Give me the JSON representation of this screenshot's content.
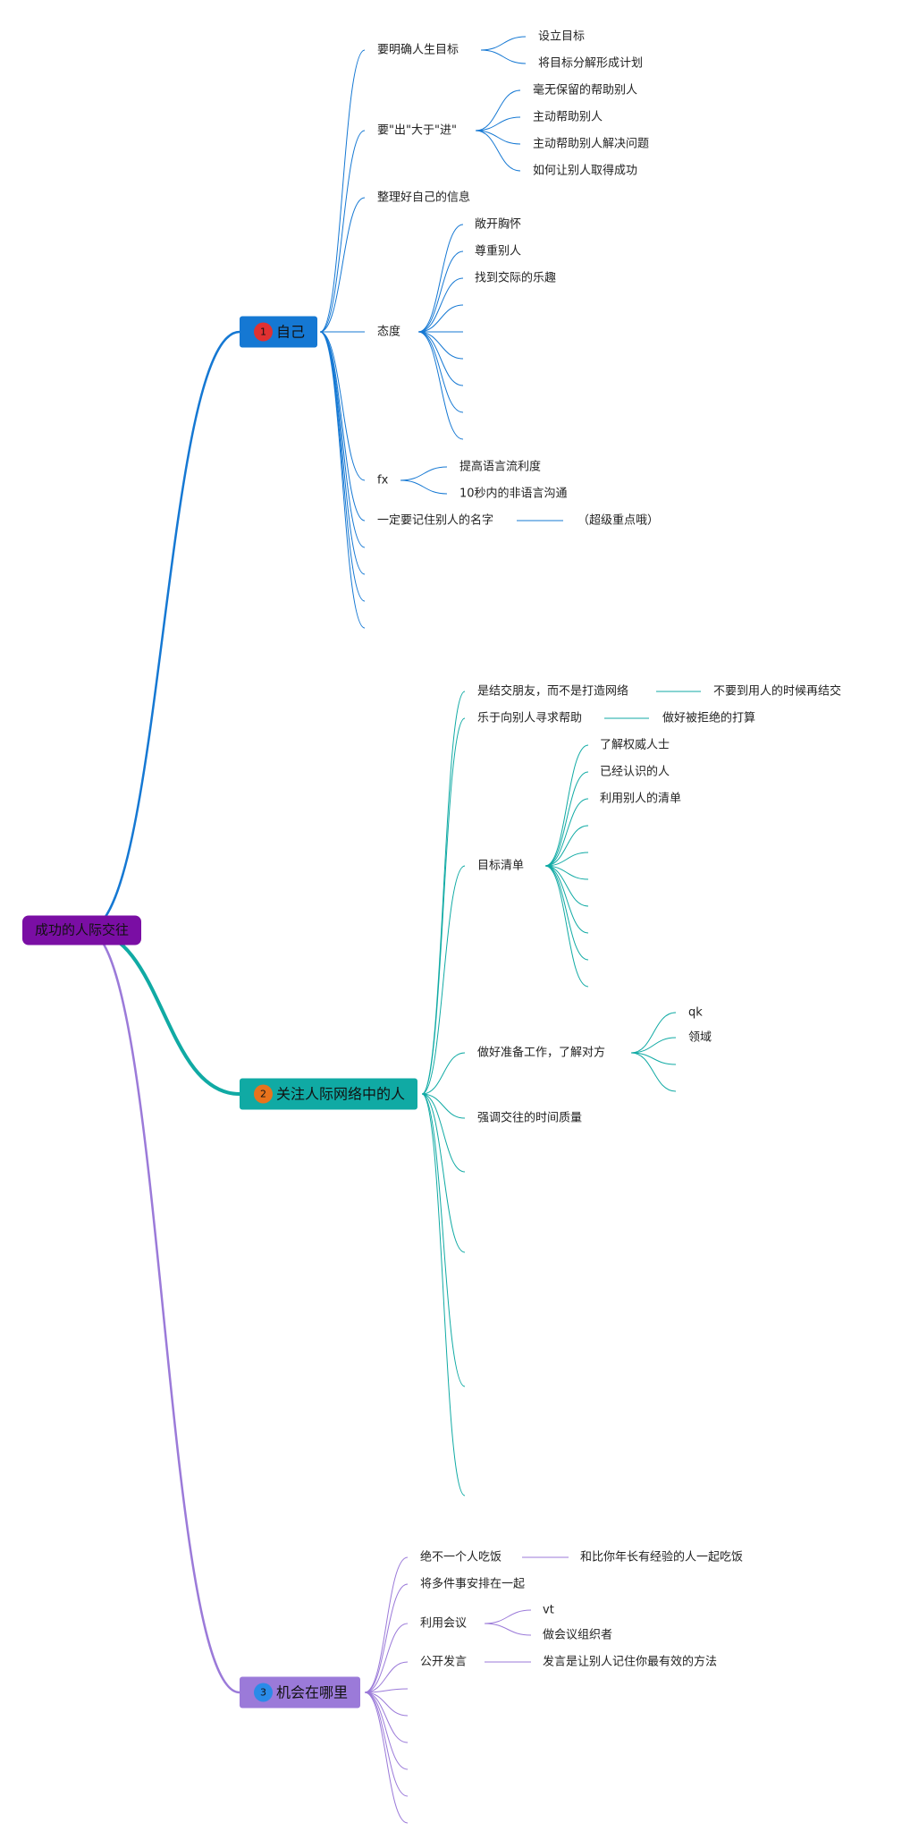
{
  "colors": {
    "root": "#7a0ea4",
    "blue": "#1578d3",
    "teal": "#10aaa4",
    "purple": "#9b7ad9"
  },
  "root": {
    "label": "成功的人际交往"
  },
  "branches": [
    {
      "label": "自己",
      "badge": "1",
      "badge_color": "#e03131",
      "color": "#1578d3",
      "children": [
        {
          "label": "要明确人生目标",
          "children": [
            {
              "label": "设立目标"
            },
            {
              "label": "将目标分解形成计划"
            }
          ]
        },
        {
          "label": "要\"出\"大于\"进\"",
          "children": [
            {
              "label": "毫无保留的帮助别人"
            },
            {
              "label": "主动帮助别人"
            },
            {
              "label": "主动帮助别人解决问题"
            },
            {
              "label": "如何让别人取得成功"
            }
          ]
        },
        {
          "label": "整理好自己的信息"
        },
        {
          "label": "态度",
          "children": [
            {
              "label": "敞开胸怀"
            },
            {
              "label": "尊重别人"
            },
            {
              "label": "找到交际的乐趣"
            },
            {
              "label": ""
            },
            {
              "label": ""
            },
            {
              "label": ""
            },
            {
              "label": ""
            },
            {
              "label": ""
            }
          ]
        },
        {
          "label": "fx",
          "children": [
            {
              "label": "提高语言流利度"
            },
            {
              "label": "10秒内的非语言沟通"
            }
          ]
        },
        {
          "label": "一定要记住别人的名字",
          "children": [
            {
              "label": "（超级重点哦）"
            }
          ]
        },
        {
          "label": ""
        },
        {
          "label": ""
        },
        {
          "label": ""
        },
        {
          "label": ""
        }
      ]
    },
    {
      "label": "关注人际网络中的人",
      "badge": "2",
      "badge_color": "#e8731c",
      "color": "#10aaa4",
      "children": [
        {
          "label": "是结交朋友，而不是打造网络",
          "children": [
            {
              "label": "不要到用人的时候再结交"
            }
          ]
        },
        {
          "label": "乐于向别人寻求帮助",
          "children": [
            {
              "label": "做好被拒绝的打算"
            }
          ]
        },
        {
          "label": "目标清单",
          "children": [
            {
              "label": "了解权威人士"
            },
            {
              "label": "已经认识的人"
            },
            {
              "label": "利用别人的清单"
            },
            {
              "label": ""
            },
            {
              "label": ""
            },
            {
              "label": ""
            },
            {
              "label": ""
            },
            {
              "label": ""
            },
            {
              "label": ""
            }
          ]
        },
        {
          "label": "做好准备工作，了解对方",
          "children": [
            {
              "label": "qk"
            },
            {
              "label": "领域"
            },
            {
              "label": ""
            },
            {
              "label": ""
            }
          ]
        },
        {
          "label": "强调交往的时间质量"
        },
        {
          "label": ""
        },
        {
          "label": ""
        },
        {
          "label": ""
        },
        {
          "label": ""
        }
      ]
    },
    {
      "label": "机会在哪里",
      "badge": "3",
      "badge_color": "#2a8be8",
      "color": "#9b7ad9",
      "children": [
        {
          "label": "绝不一个人吃饭",
          "children": [
            {
              "label": "和比你年长有经验的人一起吃饭"
            }
          ]
        },
        {
          "label": "将多件事安排在一起"
        },
        {
          "label": "利用会议",
          "children": [
            {
              "label": "vt"
            },
            {
              "label": "做会议组织者"
            }
          ]
        },
        {
          "label": "公开发言",
          "children": [
            {
              "label": "发言是让别人记住你最有效的方法"
            }
          ]
        },
        {
          "label": ""
        },
        {
          "label": ""
        },
        {
          "label": ""
        },
        {
          "label": ""
        },
        {
          "label": ""
        },
        {
          "label": ""
        }
      ]
    }
  ]
}
